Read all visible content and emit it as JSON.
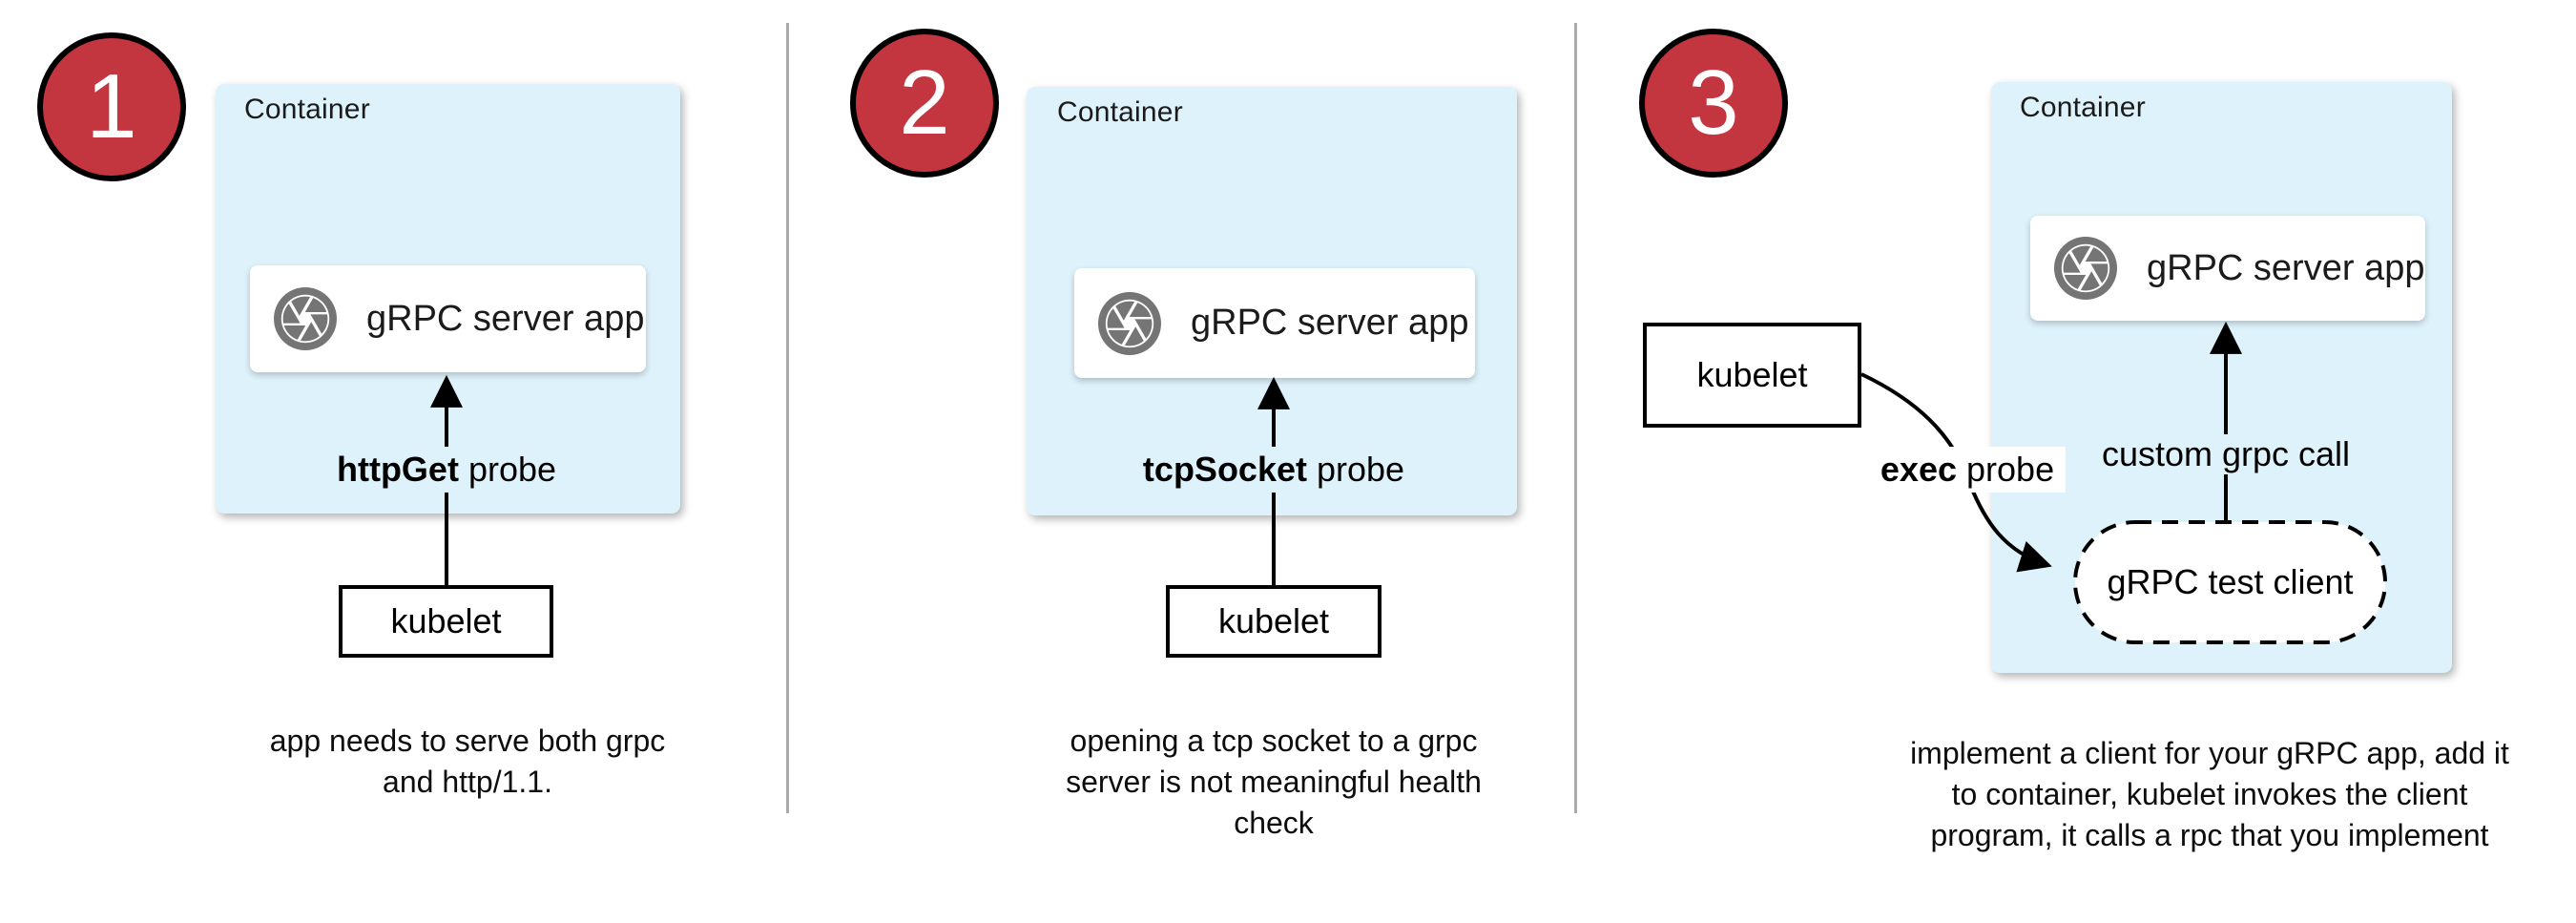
{
  "title": "gRPC health check probe options diagram",
  "colors": {
    "badge_fill": "#C3353F",
    "container_fill": "#DEF2FB",
    "icon_gray": "#757575",
    "divider": "#ABABAB",
    "line": "#000000",
    "text": "#1b1b1b"
  },
  "icons": {
    "app_icon": "camera-aperture-icon"
  },
  "panels": [
    {
      "badge": "1",
      "container_label": "Container",
      "server_app_label": "gRPC server app",
      "probe_label_bold": "httpGet",
      "probe_label_rest": " probe",
      "kubelet_label": "kubelet",
      "caption_lines": [
        "app needs to serve both grpc",
        "and http/1.1."
      ]
    },
    {
      "badge": "2",
      "container_label": "Container",
      "server_app_label": "gRPC server app",
      "probe_label_bold": "tcpSocket",
      "probe_label_rest": " probe",
      "kubelet_label": "kubelet",
      "caption_lines": [
        "opening a tcp socket to a grpc",
        "server is not meaningful health",
        "check"
      ]
    },
    {
      "badge": "3",
      "container_label": "Container",
      "server_app_label": "gRPC server app",
      "probe_label_bold": "exec",
      "probe_label_rest": " probe",
      "kubelet_label": "kubelet",
      "grpc_call_label": "custom grpc call",
      "test_client_label": "gRPC test client",
      "caption_lines": [
        "implement a client for your gRPC app, add it",
        "to container, kubelet invokes the client",
        "program, it calls a rpc that you implement"
      ]
    }
  ]
}
